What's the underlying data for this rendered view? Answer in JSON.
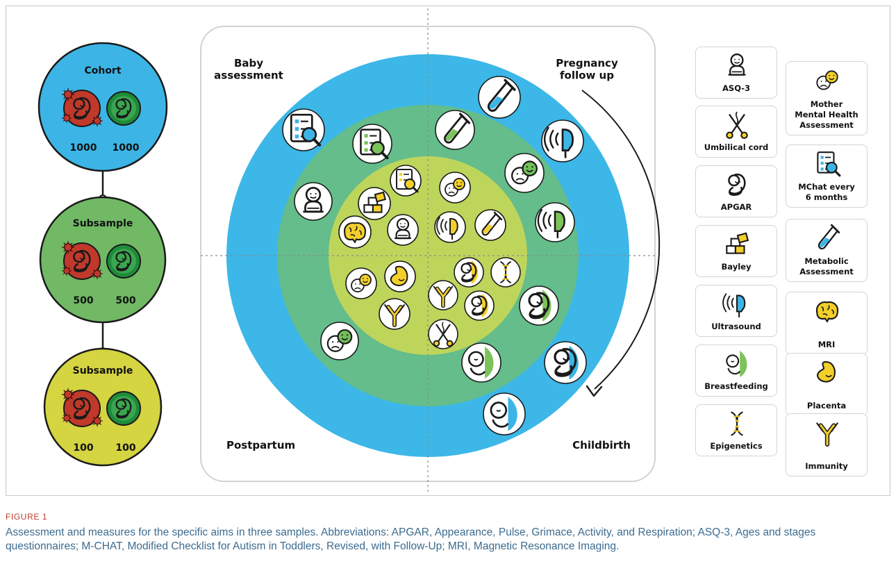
{
  "samples": [
    {
      "title": "Cohort",
      "exposed_count": "1000",
      "control_count": "1000",
      "fill": "#3cb5e6"
    },
    {
      "title": "Subsample",
      "exposed_count": "500",
      "control_count": "500",
      "fill": "#71b965"
    },
    {
      "title": "Subsample",
      "exposed_count": "100",
      "control_count": "100",
      "fill": "#d5d441"
    }
  ],
  "quadrants": {
    "top_left": "Baby\nassessment",
    "top_right": "Pregnancy\nfollow up",
    "bottom_left": "Postpartum",
    "bottom_right": "Childbirth"
  },
  "rings": {
    "outer": "#3cb7e8",
    "middle": "#64bd8a",
    "inner": "#bed55c",
    "accent_yellow": "#f3cf2b"
  },
  "legend": [
    {
      "label": "ASQ-3",
      "icon": "baby-icon"
    },
    {
      "label": "Mother\nMental Health\nAssessment",
      "icon": "mood-faces-icon"
    },
    {
      "label": "Umbilical cord",
      "icon": "scissors-icon"
    },
    {
      "label": "MChat every\n6 months",
      "icon": "checklist-magnifier-icon"
    },
    {
      "label": "APGAR",
      "icon": "newborn-icon"
    },
    {
      "label": "Metabolic\nAssessment",
      "icon": "test-tube-icon"
    },
    {
      "label": "Bayley",
      "icon": "blocks-icon"
    },
    {
      "label": "MRI",
      "icon": "brain-icon"
    },
    {
      "label": "Ultrasound",
      "icon": "ultrasound-probe-icon"
    },
    {
      "label": "Placenta",
      "icon": "placenta-icon"
    },
    {
      "label": "Breastfeeding",
      "icon": "breastfeeding-icon"
    },
    {
      "label": "Immunity",
      "icon": "antibody-icon"
    },
    {
      "label": "Epigenetics",
      "icon": "dna-icon"
    }
  ],
  "caption": {
    "label": "FIGURE 1",
    "text": "Assessment and measures for the specific aims in three samples. Abbreviations: APGAR, Appearance, Pulse, Grimace, Activity, and Respiration; ASQ-3, Ages and stages questionnaires; M-CHAT, Modified Checklist for Autism in Toddlers, Revised, with Follow-Up; MRI, Magnetic Resonance Imaging."
  }
}
